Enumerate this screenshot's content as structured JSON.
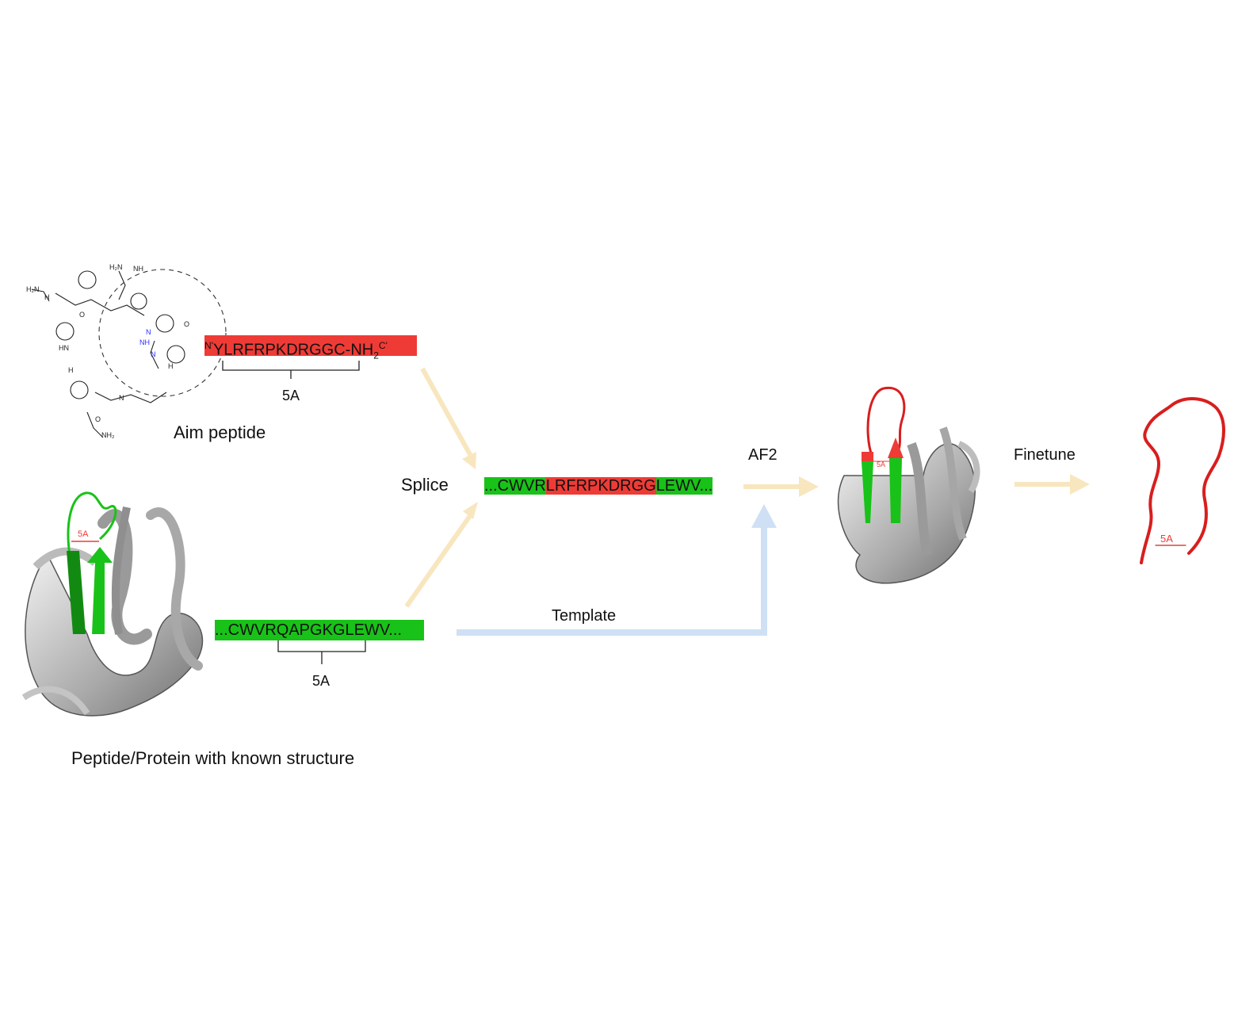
{
  "labels": {
    "aim_peptide": "Aim peptide",
    "known_structure": "Peptide/Protein with known structure",
    "splice": "Splice",
    "af2": "AF2",
    "template": "Template",
    "finetune": "Finetune",
    "span_top": "5A",
    "span_bottom": "5A",
    "mini_top_left": "5A",
    "mini_mid": "5A",
    "mini_right": "5A"
  },
  "aim_sequence": {
    "n_term": "N'",
    "core": "YLRFRPKDRGGC-NH",
    "sub": "2",
    "c_term": "C'"
  },
  "known_sequence": "...CWVRQAPGKGLEWV...",
  "spliced_sequence": {
    "left": "...CWVR",
    "middle": "LRFRPKDRGG",
    "right": "LEWV..."
  },
  "colors": {
    "peptide_red": "#ef3b36",
    "scaffold_green": "#19c219",
    "flow_arrow": "#f8e6bf",
    "template_arrow": "#cfe0f5",
    "ribbon_gray": "#b8b8b8"
  }
}
